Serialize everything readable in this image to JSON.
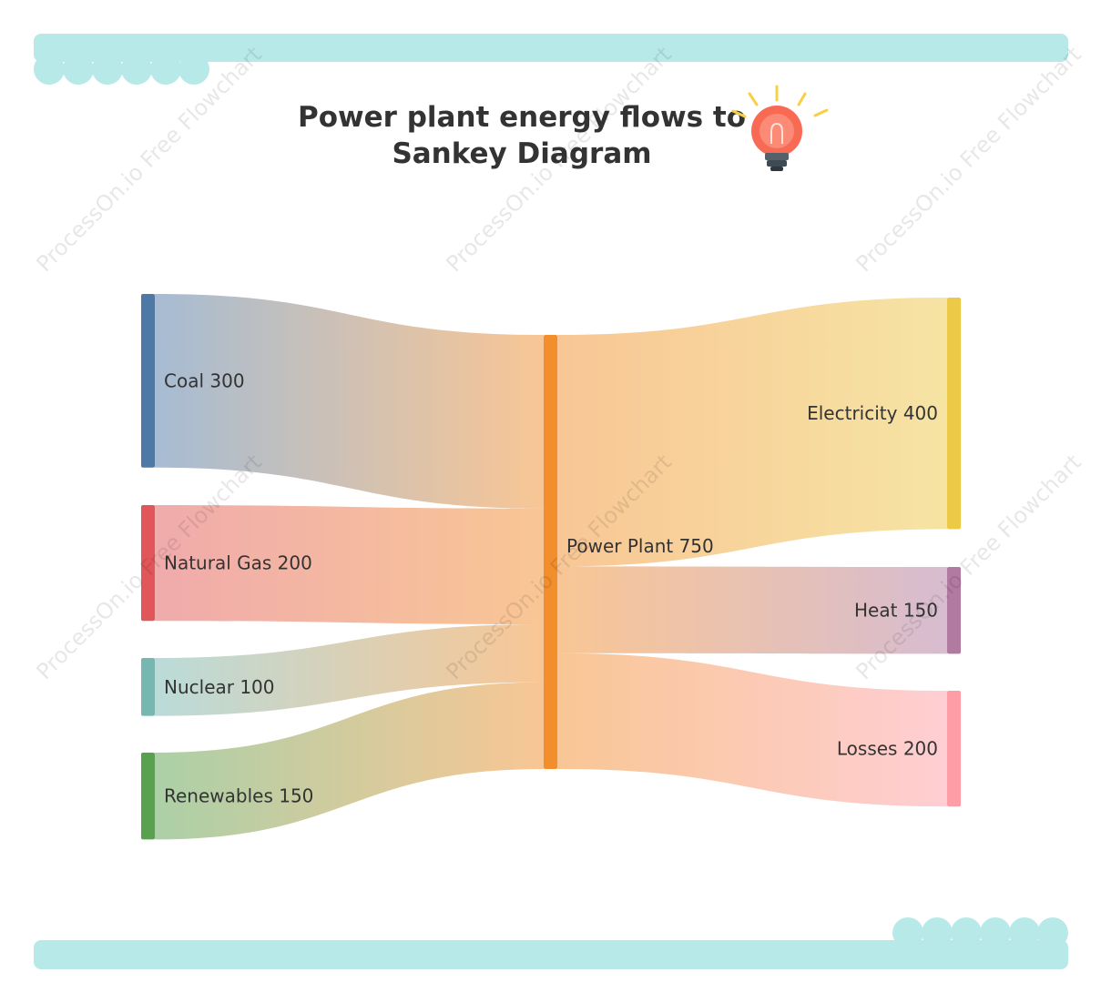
{
  "title": {
    "line1": "Power plant energy flows to",
    "line2": "Sankey Diagram"
  },
  "icons": {
    "header": "lightbulb-icon"
  },
  "watermark": "ProcessOn.io Free Flowchart",
  "colors": {
    "banner": "#b8e9e9",
    "coal": "#4e79a7",
    "natural_gas": "#e15759",
    "nuclear": "#76b7b2",
    "renewables": "#59a14f",
    "power_plant": "#f28e2b",
    "electricity": "#edc948",
    "heat": "#b07aa1",
    "losses": "#ff9da7"
  },
  "chart_data": {
    "type": "sankey",
    "nodes": [
      {
        "id": "coal",
        "label": "Coal 300",
        "value": 300
      },
      {
        "id": "natural_gas",
        "label": "Natural Gas 200",
        "value": 200
      },
      {
        "id": "nuclear",
        "label": "Nuclear 100",
        "value": 100
      },
      {
        "id": "renewables",
        "label": "Renewables 150",
        "value": 150
      },
      {
        "id": "power_plant",
        "label": "Power Plant 750",
        "value": 750
      },
      {
        "id": "electricity",
        "label": "Electricity 400",
        "value": 400
      },
      {
        "id": "heat",
        "label": "Heat 150",
        "value": 150
      },
      {
        "id": "losses",
        "label": "Losses 200",
        "value": 200
      }
    ],
    "links": [
      {
        "source": "coal",
        "target": "power_plant",
        "value": 300
      },
      {
        "source": "natural_gas",
        "target": "power_plant",
        "value": 200
      },
      {
        "source": "nuclear",
        "target": "power_plant",
        "value": 100
      },
      {
        "source": "renewables",
        "target": "power_plant",
        "value": 150
      },
      {
        "source": "power_plant",
        "target": "electricity",
        "value": 400
      },
      {
        "source": "power_plant",
        "target": "heat",
        "value": 150
      },
      {
        "source": "power_plant",
        "target": "losses",
        "value": 200
      }
    ]
  }
}
